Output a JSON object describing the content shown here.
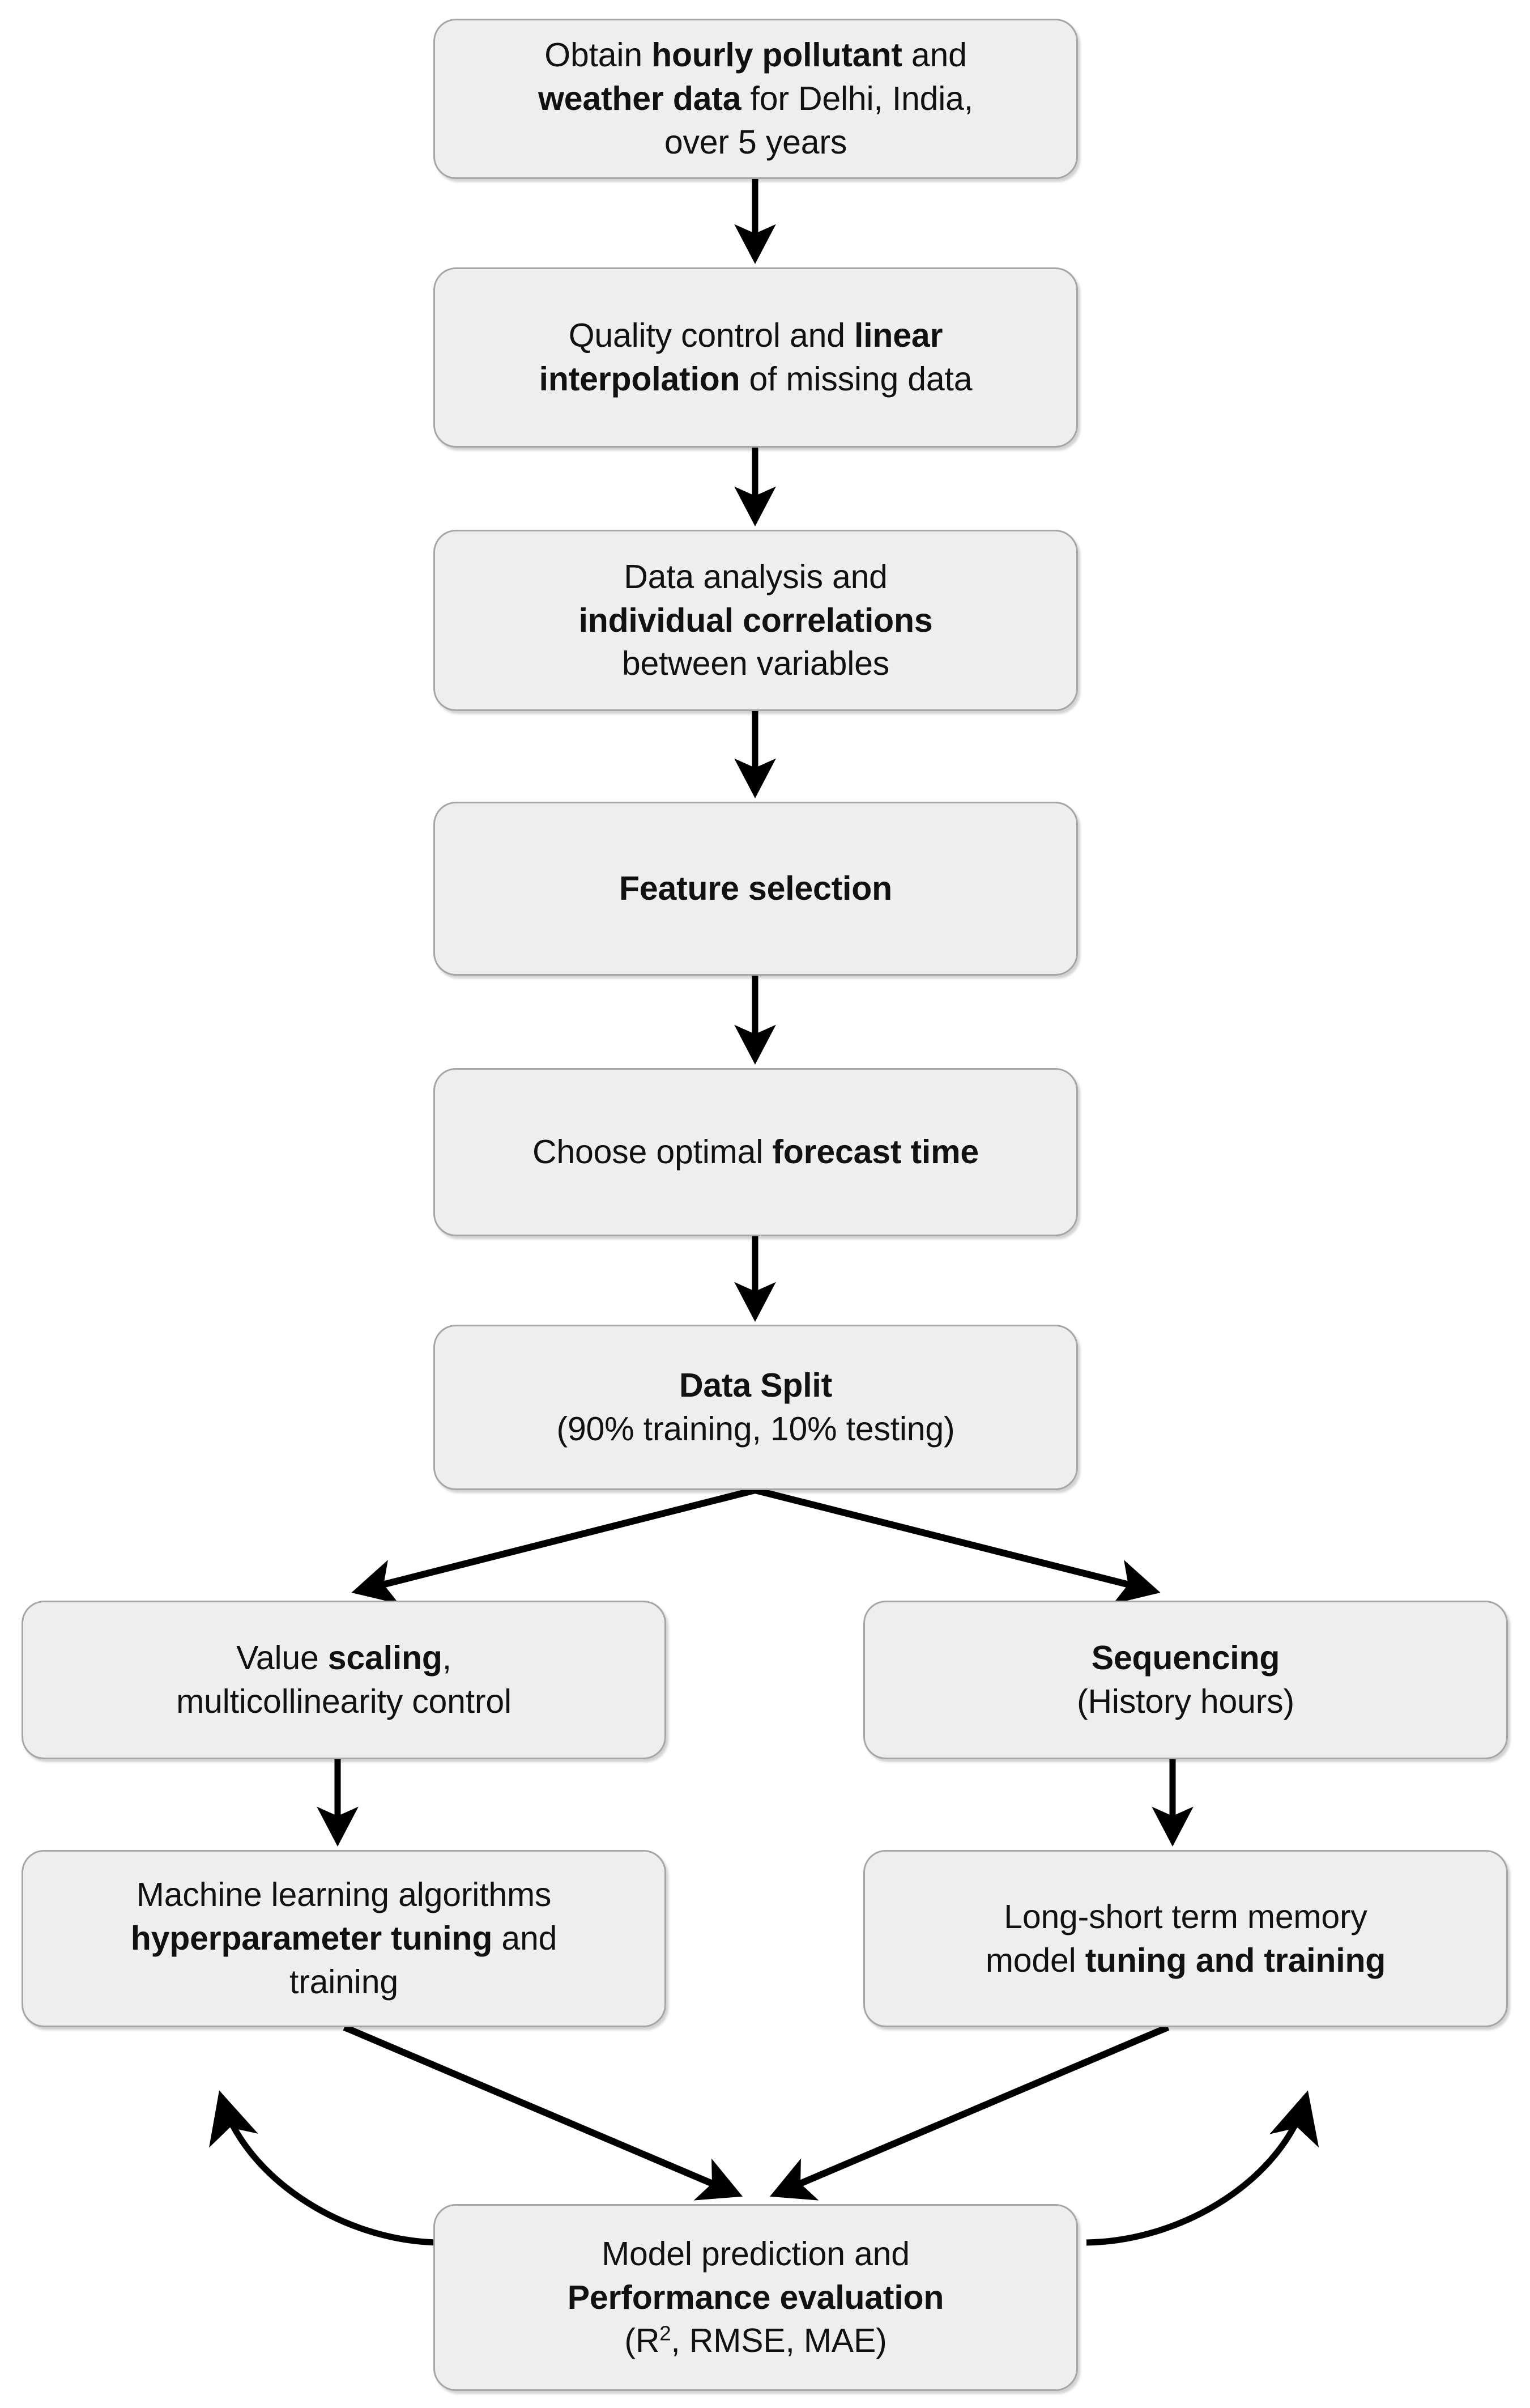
{
  "diagram": {
    "title": "Air quality forecasting methodology flowchart",
    "background_color": "#ffffff",
    "node_fill_color": "#eeeeee",
    "node_border_color": "#a6a6a6",
    "arrow_color": "#000000",
    "text_color": "#111111"
  },
  "nodes": {
    "obtain_data": {
      "id": "obtain-data",
      "lines": [
        {
          "segments": [
            {
              "text": "Obtain ",
              "bold": false
            },
            {
              "text": "hourly pollutant",
              "bold": true
            },
            {
              "text": " and",
              "bold": false
            }
          ]
        },
        {
          "segments": [
            {
              "text": "weather data",
              "bold": true
            },
            {
              "text": " for Delhi, India,",
              "bold": false
            }
          ]
        },
        {
          "segments": [
            {
              "text": "over 5 years",
              "bold": false
            }
          ]
        }
      ],
      "plain_text": "Obtain hourly pollutant and weather data for Delhi, India, over 5 years"
    },
    "quality_control": {
      "id": "quality-control",
      "lines": [
        {
          "segments": [
            {
              "text": "Quality control and ",
              "bold": false
            },
            {
              "text": "linear",
              "bold": true
            }
          ]
        },
        {
          "segments": [
            {
              "text": "interpolation",
              "bold": true
            },
            {
              "text": " of missing data",
              "bold": false
            }
          ]
        }
      ],
      "plain_text": "Quality control and linear interpolation of missing data"
    },
    "data_analysis": {
      "id": "data-analysis",
      "lines": [
        {
          "segments": [
            {
              "text": "Data analysis and",
              "bold": false
            }
          ]
        },
        {
          "segments": [
            {
              "text": "individual correlations",
              "bold": true
            }
          ]
        },
        {
          "segments": [
            {
              "text": "between variables",
              "bold": false
            }
          ]
        }
      ],
      "plain_text": "Data analysis and individual correlations between variables"
    },
    "feature_selection": {
      "id": "feature-selection",
      "lines": [
        {
          "segments": [
            {
              "text": "Feature selection",
              "bold": true
            }
          ]
        }
      ],
      "plain_text": "Feature selection"
    },
    "forecast_time": {
      "id": "forecast-time",
      "lines": [
        {
          "segments": [
            {
              "text": "Choose optimal ",
              "bold": false
            },
            {
              "text": "forecast time",
              "bold": true
            }
          ]
        }
      ],
      "plain_text": "Choose optimal forecast time"
    },
    "data_split": {
      "id": "data-split",
      "lines": [
        {
          "segments": [
            {
              "text": "Data Split",
              "bold": true
            }
          ]
        },
        {
          "segments": [
            {
              "text": "(90% training, 10% testing)",
              "bold": false
            }
          ]
        }
      ],
      "plain_text": "Data Split (90% training, 10% testing)",
      "train_percent": "90%",
      "test_percent": "10%"
    },
    "value_scaling": {
      "id": "value-scaling",
      "lines": [
        {
          "segments": [
            {
              "text": "Value ",
              "bold": false
            },
            {
              "text": "scaling",
              "bold": true
            },
            {
              "text": ",",
              "bold": false
            }
          ]
        },
        {
          "segments": [
            {
              "text": "multicollinearity control",
              "bold": false
            }
          ]
        }
      ],
      "plain_text": "Value scaling, multicollinearity control"
    },
    "sequencing": {
      "id": "sequencing",
      "lines": [
        {
          "segments": [
            {
              "text": "Sequencing",
              "bold": true
            }
          ]
        },
        {
          "segments": [
            {
              "text": "(History hours)",
              "bold": false
            }
          ]
        }
      ],
      "plain_text": "Sequencing (History hours)"
    },
    "ml_algorithms": {
      "id": "ml-algorithms",
      "lines": [
        {
          "segments": [
            {
              "text": "Machine learning algorithms",
              "bold": false
            }
          ]
        },
        {
          "segments": [
            {
              "text": "hyperparameter tuning",
              "bold": true
            },
            {
              "text": " and",
              "bold": false
            }
          ]
        },
        {
          "segments": [
            {
              "text": "training",
              "bold": false
            }
          ]
        }
      ],
      "plain_text": "Machine learning algorithms hyperparameter tuning and training"
    },
    "lstm_model": {
      "id": "lstm-model",
      "lines": [
        {
          "segments": [
            {
              "text": "Long-short term memory",
              "bold": false
            }
          ]
        },
        {
          "segments": [
            {
              "text": "model ",
              "bold": false
            },
            {
              "text": "tuning and training",
              "bold": true
            }
          ]
        }
      ],
      "plain_text": "Long-short term memory model tuning and training"
    },
    "model_evaluation": {
      "id": "model-evaluation",
      "lines": [
        {
          "segments": [
            {
              "text": "Model prediction and",
              "bold": false
            }
          ]
        },
        {
          "segments": [
            {
              "text": "Performance evaluation",
              "bold": true
            }
          ]
        },
        {
          "segments": [
            {
              "text": "(R",
              "bold": false
            },
            {
              "text": "2",
              "bold": false,
              "sup": true
            },
            {
              "text": ", RMSE, MAE)",
              "bold": false
            }
          ]
        }
      ],
      "plain_text": "Model prediction and Performance evaluation (R2, RMSE, MAE)",
      "metrics": [
        "R²",
        "RMSE",
        "MAE"
      ]
    }
  },
  "edges": [
    {
      "id": "edge-obtain-to-quality",
      "from": "obtain_data",
      "to": "quality_control",
      "style": "straight",
      "direction": "down"
    },
    {
      "id": "edge-quality-to-analysis",
      "from": "quality_control",
      "to": "data_analysis",
      "style": "straight",
      "direction": "down"
    },
    {
      "id": "edge-analysis-to-feature",
      "from": "data_analysis",
      "to": "feature_selection",
      "style": "straight",
      "direction": "down"
    },
    {
      "id": "edge-feature-to-forecast",
      "from": "feature_selection",
      "to": "forecast_time",
      "style": "straight",
      "direction": "down"
    },
    {
      "id": "edge-forecast-to-split",
      "from": "forecast_time",
      "to": "data_split",
      "style": "straight",
      "direction": "down"
    },
    {
      "id": "edge-split-to-scaling",
      "from": "data_split",
      "to": "value_scaling",
      "style": "diagonal",
      "direction": "down-left"
    },
    {
      "id": "edge-split-to-sequencing",
      "from": "data_split",
      "to": "sequencing",
      "style": "diagonal",
      "direction": "down-right"
    },
    {
      "id": "edge-scaling-to-ml",
      "from": "value_scaling",
      "to": "ml_algorithms",
      "style": "straight",
      "direction": "down"
    },
    {
      "id": "edge-sequencing-to-lstm",
      "from": "sequencing",
      "to": "lstm_model",
      "style": "straight",
      "direction": "down"
    },
    {
      "id": "edge-ml-to-eval",
      "from": "ml_algorithms",
      "to": "model_evaluation",
      "style": "diagonal",
      "direction": "down-right"
    },
    {
      "id": "edge-lstm-to-eval",
      "from": "lstm_model",
      "to": "model_evaluation",
      "style": "diagonal",
      "direction": "down-left"
    },
    {
      "id": "edge-eval-to-ml-feedback",
      "from": "model_evaluation",
      "to": "ml_algorithms",
      "style": "curved",
      "direction": "up-left"
    },
    {
      "id": "edge-eval-to-lstm-feedback",
      "from": "model_evaluation",
      "to": "lstm_model",
      "style": "curved",
      "direction": "up-right"
    }
  ]
}
